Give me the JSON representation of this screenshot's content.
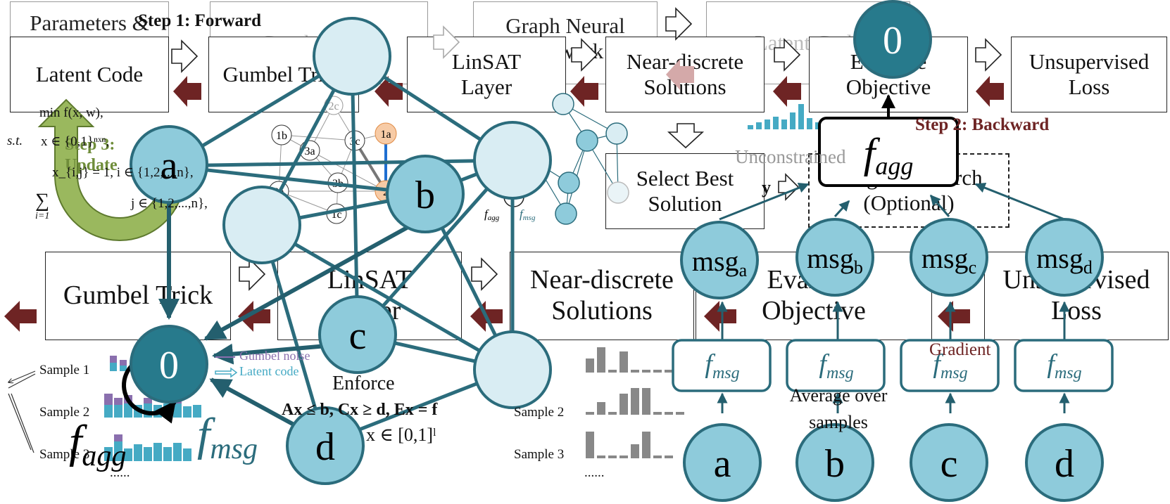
{
  "bg_boxes": {
    "params_constraints": "Parameters & Constraints",
    "graph_model": "Graph Model",
    "gnn": "Graph Neural Network",
    "latent_code": "Latent Code"
  },
  "top_row": {
    "latent_code": "Latent Code",
    "gumbel_trick": "Gumbel Trick",
    "linsat_layer": "LinSAT Layer",
    "near_discrete": "Near-discrete Solutions",
    "evaluate_objective": "Evaluate Objective",
    "unsupervised_loss": "Unsupervised Loss"
  },
  "mid_row": {
    "select_best": "Select Best Solution",
    "neighbor_search": "Neighbor Search (Optional)",
    "unconstrained": "Unconstrained",
    "y_label": "y"
  },
  "bottom_row": {
    "gumbel_trick": "Gumbel Trick",
    "linsat": "LinSAT Layer",
    "near_discrete": "Near-discrete Solutions",
    "evaluate": "Evaluate Objective",
    "unsupervised": "Unsupervised Loss"
  },
  "steps": {
    "forward": "Step 1: Forward",
    "backward": "Step 2: Backward",
    "update": "Step 3: Update"
  },
  "formulas": {
    "min": "min f(x, w),",
    "st": "s.t.",
    "c1": "x ∈ {0,1}ⁿˣⁿ,",
    "c2": "x_{i,j} = 1, i ∈ {1,2,...,n},",
    "c3": "j ∈ {1,2,...,n},",
    "sum": "∑",
    "i1": "i=1",
    "enforce": "Enforce",
    "ineq": "Ax ≤ b, Cx ≥ d, Ex = f",
    "domain": "x ∈ [0,1]ˡ"
  },
  "legend": {
    "gumbel_noise": "Gumbel noise",
    "latent_code": "Latent code",
    "gradient": "Gradient",
    "average": "Average over samples"
  },
  "samples": {
    "s1": "Sample 1",
    "s2": "Sample 2",
    "s3": "Sample 3",
    "more": "......",
    "s2r": "Sample 2",
    "s3r": "Sample 3",
    "morer": "......"
  },
  "small_graph": {
    "n2c": "2c",
    "n1b": "1b",
    "n3a": "3a",
    "n3c": "3c",
    "n1a": "1a",
    "n3b": "3b",
    "n2a": "2a",
    "n1c": "1c",
    "n2": "2"
  },
  "gnn_labels": {
    "fagg_small": "f",
    "fagg_sub": "agg",
    "fmsg_small": "f",
    "fmsg_sub": "msg"
  },
  "left_graph": {
    "a": "a",
    "b": "b",
    "c": "c",
    "d": "d",
    "zero": "0",
    "fagg": "f",
    "fagg_sub": "agg",
    "fmsg": "f",
    "fmsg_sub": "msg"
  },
  "right_tree": {
    "zero": "0",
    "fagg": "f",
    "fagg_sub": "agg",
    "msg": "msg",
    "msg_subs": [
      "a",
      "b",
      "c",
      "d"
    ],
    "fmsg": "f",
    "fmsg_sub": "msg",
    "leaves": [
      "a",
      "b",
      "c",
      "d"
    ]
  },
  "colors": {
    "dark_teal": "#277a8c",
    "mid_teal": "#8ecbdb",
    "light_teal": "#d9edf3",
    "edge_teal": "#2b6c7c",
    "maroon": "#6e2424",
    "green": "#9ab85e",
    "purple": "#8a6fae",
    "bar_teal": "#45aac4",
    "gray": "#888888"
  }
}
